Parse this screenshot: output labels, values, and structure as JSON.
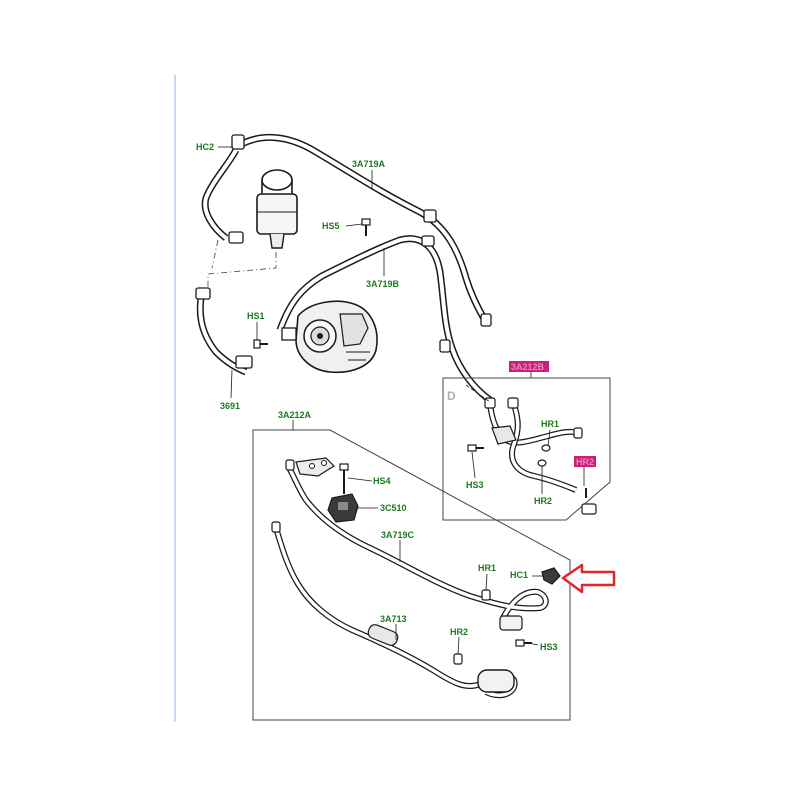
{
  "colors": {
    "label_green": "#1e7a1e",
    "highlight_magenta": "#c8217a",
    "arrow_red": "#e0262a",
    "margin_line": "#a8bfe6",
    "frame": "#444444",
    "line": "#1a1a1a"
  },
  "labels": {
    "hc2": "HC2",
    "a3719a": "3A719A",
    "hs5": "HS5",
    "a3719b": "3A719B",
    "hs1": "HS1",
    "p3691": "3691",
    "a3212b": "3A212B",
    "detail": "D",
    "hr1_top": "HR1",
    "hr2_top_highlight": "HR2",
    "hs3_top": "HS3",
    "hr2_top": "HR2",
    "a3212a": "3A212A",
    "hs4": "HS4",
    "c3c510": "3C510",
    "a3719c": "3A719C",
    "hr1_bottom": "HR1",
    "hc1": "HC1",
    "a3713": "3A713",
    "hr2_bottom": "HR2",
    "hs3_bottom": "HS3"
  },
  "icons": {
    "highlight_arrow": "left-arrow-outline-icon"
  }
}
